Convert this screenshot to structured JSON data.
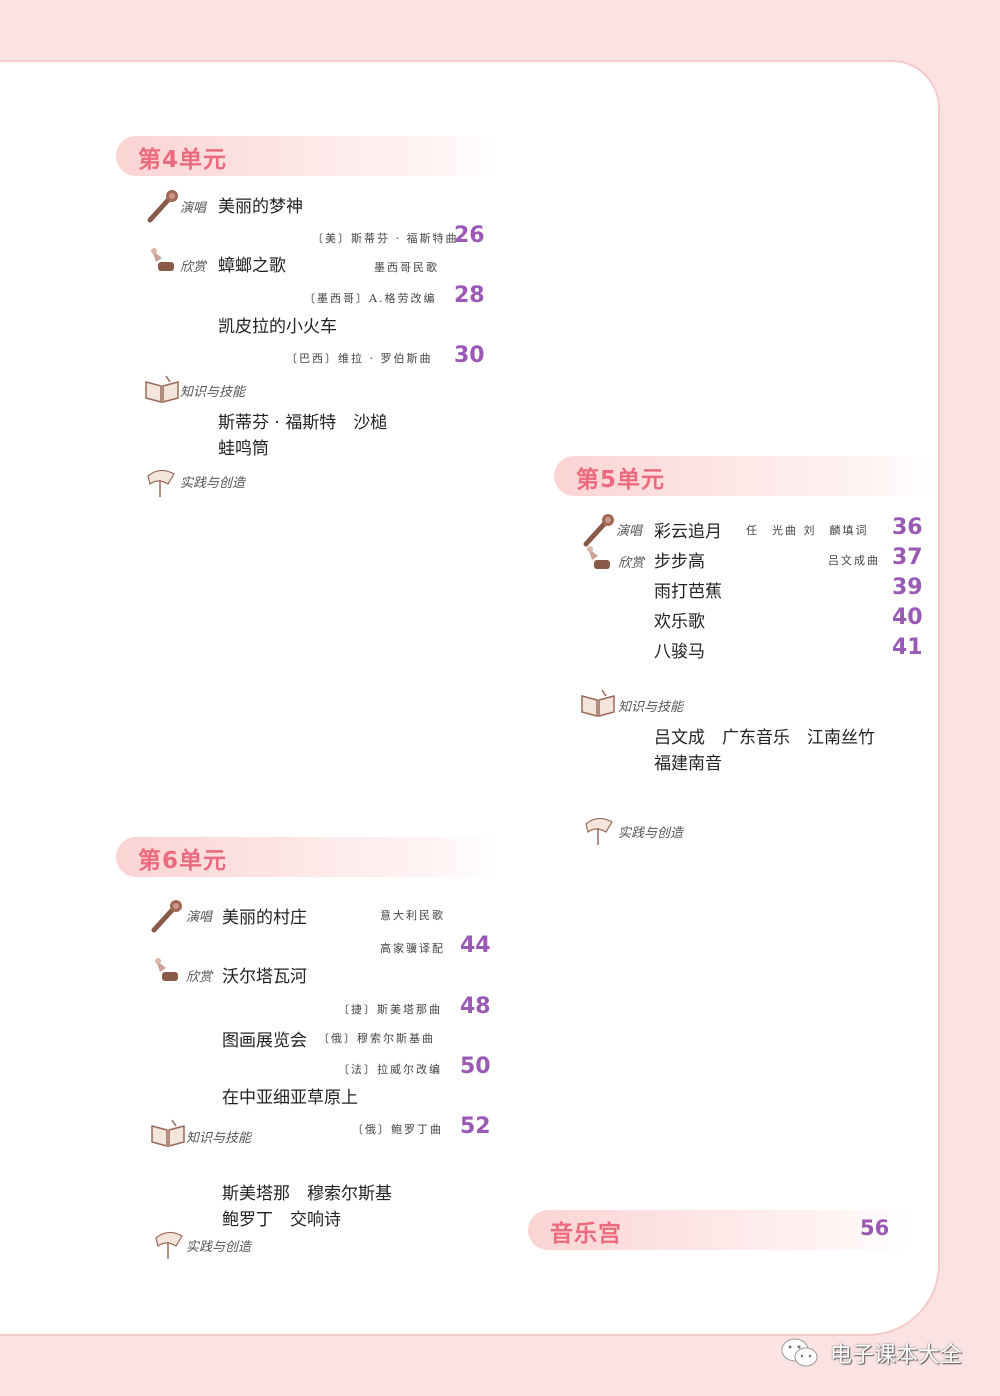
{
  "units": [
    {
      "title": "第4单元",
      "items": [
        {
          "type_label": "演唱",
          "title": "美丽的梦神",
          "credit": "〔美〕斯蒂芬 · 福斯特曲",
          "page": "26"
        },
        {
          "type_label": "欣赏",
          "title": "蟑螂之歌",
          "credit_top": "墨西哥民歌",
          "credit": "〔墨西哥〕A.格劳改编",
          "page": "28"
        },
        {
          "title": "凯皮拉的小火车",
          "credit": "〔巴西〕维拉 · 罗伯斯曲",
          "page": "30"
        }
      ],
      "knowledge_label": "知识与技能",
      "knowledge_lines": [
        "斯蒂芬 · 福斯特　沙槌",
        "蛙鸣筒"
      ],
      "practice_label": "实践与创造"
    },
    {
      "title": "第5单元",
      "items": [
        {
          "type_label": "演唱",
          "title": "彩云追月",
          "credit": "任　光曲 刘　麟填词",
          "page": "36"
        },
        {
          "type_label": "欣赏",
          "title": "步步高",
          "credit": "吕文成曲",
          "page": "37"
        },
        {
          "title": "雨打芭蕉",
          "page": "39"
        },
        {
          "title": "欢乐歌",
          "page": "40"
        },
        {
          "title": "八骏马",
          "page": "41"
        }
      ],
      "knowledge_label": "知识与技能",
      "knowledge_lines": [
        "吕文成　广东音乐　江南丝竹",
        "福建南音"
      ],
      "practice_label": "实践与创造"
    },
    {
      "title": "第6单元",
      "items": [
        {
          "type_label": "演唱",
          "title": "美丽的村庄",
          "credit_top": "意大利民歌",
          "credit": "高家骥译配",
          "page": "44"
        },
        {
          "type_label": "欣赏",
          "title": "沃尔塔瓦河",
          "credit": "〔捷〕斯美塔那曲",
          "page": "48"
        },
        {
          "title": "图画展览会",
          "credit_top": "〔俄〕穆索尔斯基曲",
          "credit": "〔法〕拉威尔改编",
          "page": "50"
        },
        {
          "title": "在中亚细亚草原上",
          "credit": "〔俄〕鲍罗丁曲",
          "page": "52"
        }
      ],
      "knowledge_label": "知识与技能",
      "knowledge_lines": [
        "斯美塔那　穆索尔斯基",
        "鲍罗丁　交响诗"
      ],
      "practice_label": "实践与创造"
    }
  ],
  "music_palace": {
    "title": "音乐宫",
    "page": "56"
  },
  "watermark": {
    "text": "电子课本大全"
  },
  "colors": {
    "background": "#fce3e3",
    "unit_title": "#ec6a7d",
    "page_number": "#9b59b6",
    "border": "#f6c9c9"
  }
}
